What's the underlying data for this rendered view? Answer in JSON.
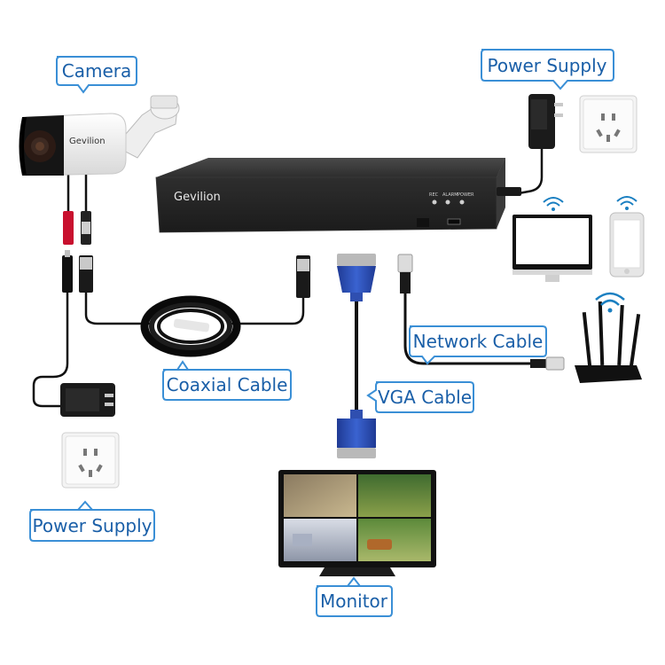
{
  "labels": {
    "camera": "Camera",
    "power_supply_top": "Power Supply",
    "power_supply_bottom": "Power Supply",
    "coaxial_cable": "Coaxial Cable",
    "network_cable": "Network Cable",
    "vga_cable": "VGA Cable",
    "monitor": "Monitor"
  },
  "branding": {
    "dvr_logo": "Gevilion",
    "camera_logo": "Gevilion"
  },
  "dvr_leds": [
    "REC",
    "ALARM",
    "POWER"
  ],
  "colors": {
    "callout_border": "#3a8fd6",
    "callout_text": "#1a5fa8",
    "vga_blue": "#2f4fb0",
    "dvr_body": "#2b2b2b"
  }
}
